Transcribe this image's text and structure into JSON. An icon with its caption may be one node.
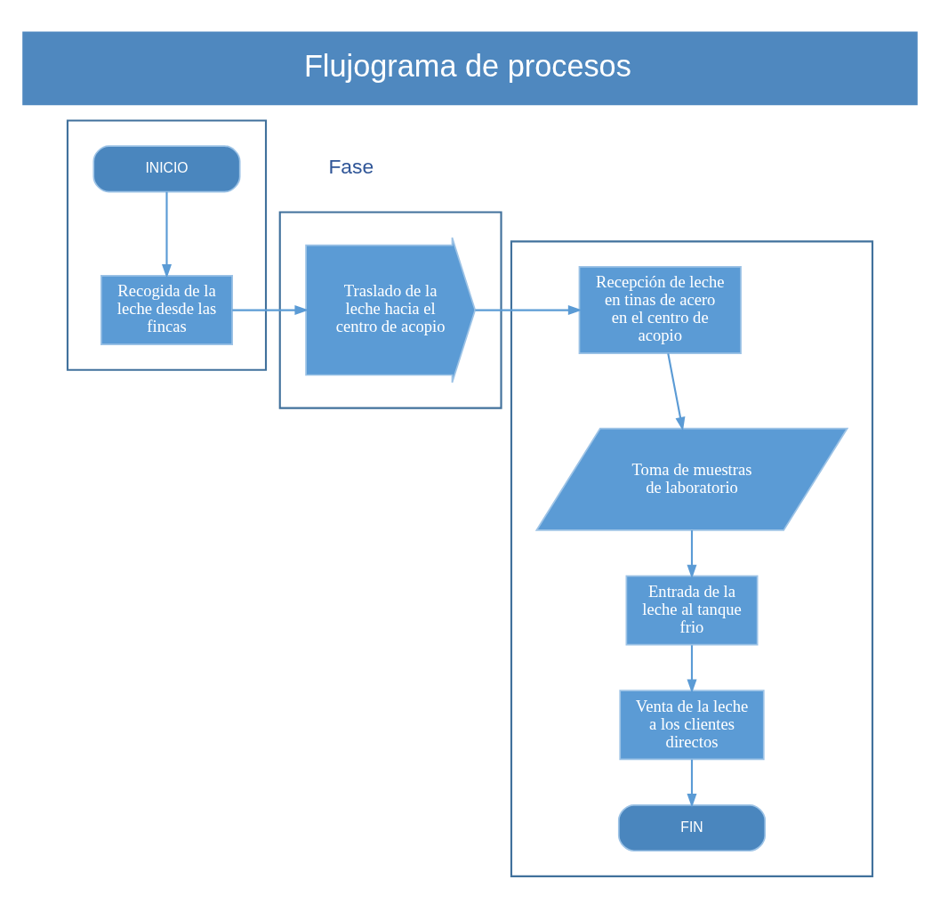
{
  "diagram": {
    "title": "Flujograma de procesos",
    "nodes": [
      {
        "text": [],
        "shape": "band"
      },
      {
        "text": [
          "INICIO"
        ],
        "in": 0
      },
      {
        "text": [
          "Recogida de la leche desde las fincas"
        ],
        "in": 0
      },
      {
        "text": [],
        "shape": "band"
      },
      {
        "text": [
          "Traslado de la leche hacia el centro de acopio"
        ],
        "in": 3
      },
      {
        "text": [],
        "shape": "band"
      },
      {
        "text": [
          "Recepción de leche en tinas de acero en el centro de acopio"
        ],
        "in": 5
      },
      {
        "text": [
          "Toma de muestras de laboratorio"
        ],
        "in": 5
      },
      {
        "text": [
          "Entrada de la leche al tanque frio"
        ],
        "in": 5
      },
      {
        "text": [
          "Venta de la leche a los clientes directos"
        ],
        "in": 5
      },
      {
        "text": [
          "FIN"
        ],
        "in": 5
      }
    ],
    "edges": [
      {
        "from": 1,
        "to": 2,
        "arrow": "to"
      },
      {
        "from": 2,
        "to": 4,
        "arrow": "to"
      },
      {
        "from": 4,
        "to": 6,
        "arrow": "to"
      },
      {
        "from": 6,
        "to": 7,
        "arrow": "to"
      },
      {
        "from": 7,
        "to": 8,
        "arrow": "to"
      },
      {
        "from": 8,
        "to": 9,
        "arrow": "to"
      },
      {
        "from": 9,
        "to": 10,
        "arrow": "to"
      }
    ],
    "labels": [
      "Fase"
    ]
  }
}
